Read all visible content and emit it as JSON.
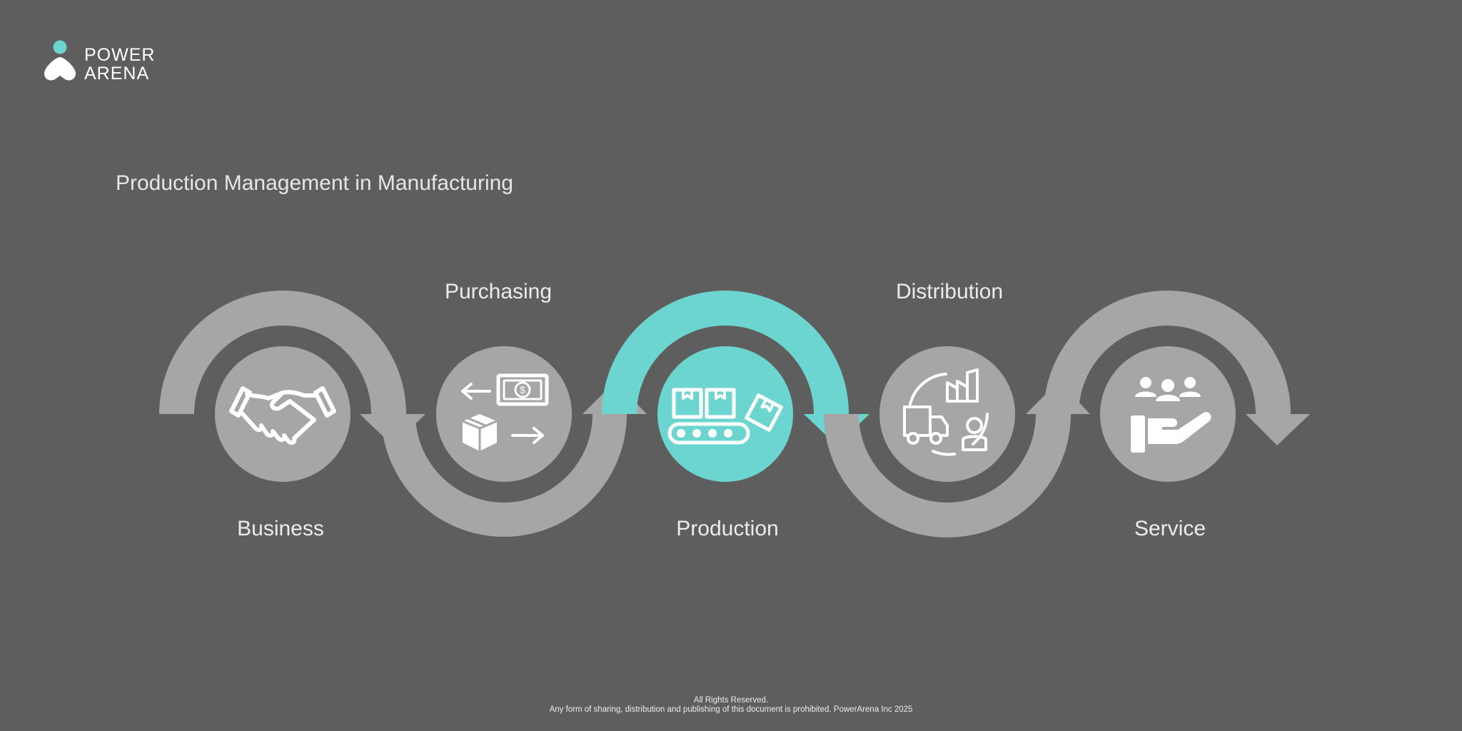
{
  "brand": {
    "line1": "POWER",
    "line2": "ARENA",
    "accent_color": "#6cd5cf"
  },
  "page": {
    "title": "Production Management in Manufacturing"
  },
  "diagram": {
    "arc_color": "#a6a6a6",
    "highlight_color": "#6cd5cf",
    "highlighted_stage": "Production",
    "stages": [
      {
        "label": "Business",
        "icon": "handshake-icon",
        "label_position": "below"
      },
      {
        "label": "Purchasing",
        "icon": "money-exchange-icon",
        "label_position": "above"
      },
      {
        "label": "Production",
        "icon": "conveyor-belt-icon",
        "label_position": "below"
      },
      {
        "label": "Distribution",
        "icon": "logistics-cycle-icon",
        "label_position": "above"
      },
      {
        "label": "Service",
        "icon": "customer-service-hand-icon",
        "label_position": "below"
      }
    ]
  },
  "footer": {
    "line1": "All Rights Reserved.",
    "line2": "Any form of sharing, distribution and publishing of this document is prohibited. PowerArena Inc 2025"
  }
}
